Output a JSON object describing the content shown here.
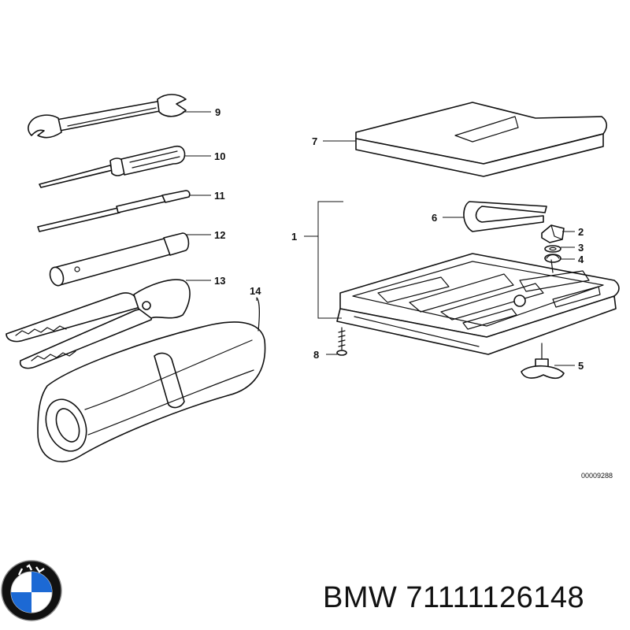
{
  "callouts": {
    "c1": "1",
    "c2": "2",
    "c3": "3",
    "c4": "4",
    "c5": "5",
    "c6": "6",
    "c7": "7",
    "c8": "8",
    "c9": "9",
    "c10": "10",
    "c11": "11",
    "c12": "12",
    "c13": "13",
    "c14": "14"
  },
  "drawing_code": "00009288",
  "brand": {
    "name": "BMW",
    "part_number": "71111126148",
    "caption": "BMW 71111126148",
    "logo_letters": "BMW",
    "colors": {
      "blue": "#1c69d4",
      "black": "#111111",
      "white": "#ffffff"
    }
  }
}
